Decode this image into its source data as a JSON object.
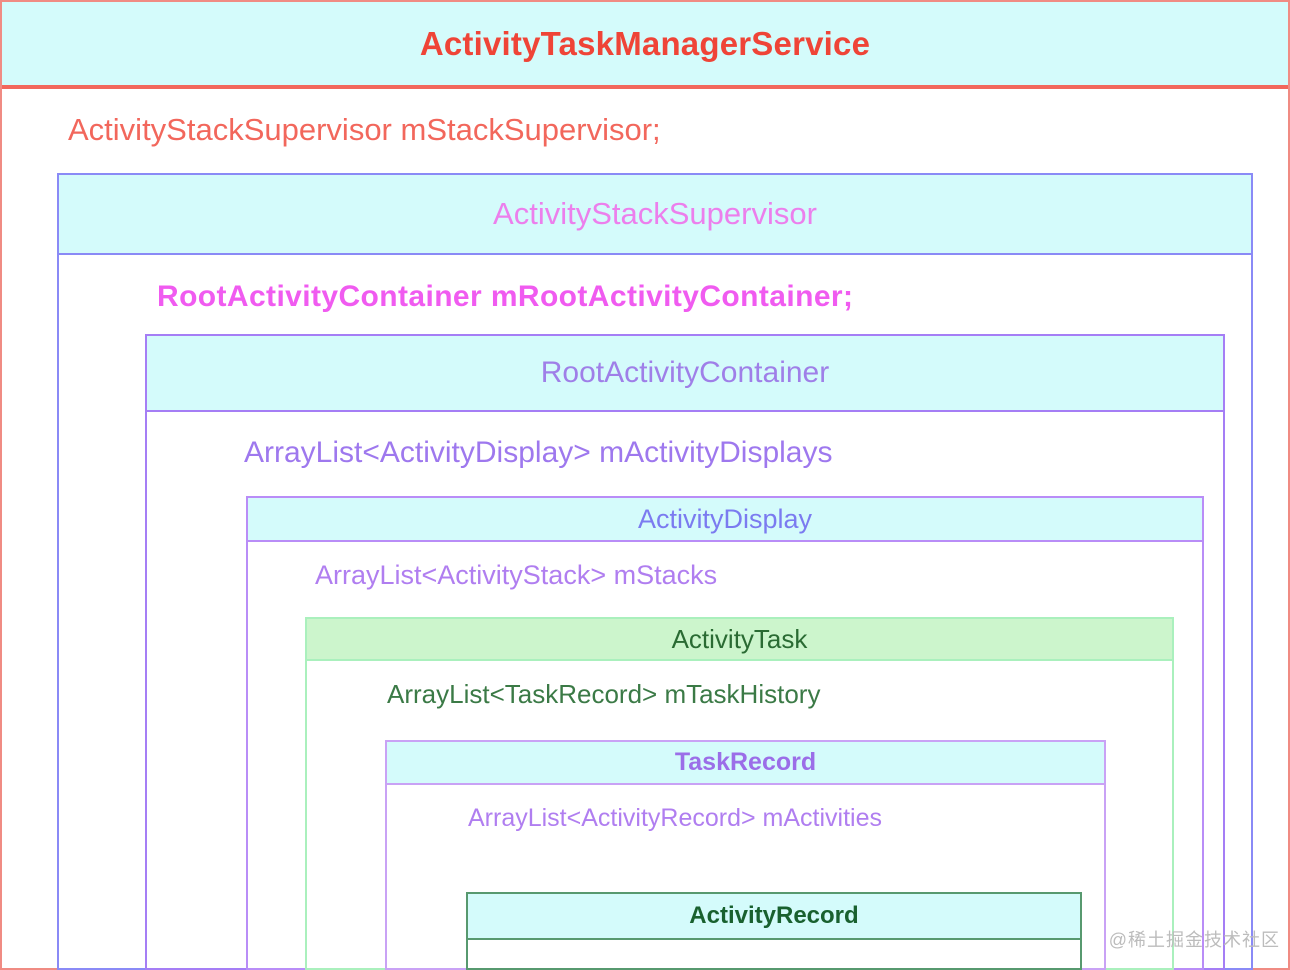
{
  "diagram": {
    "watermark": "@稀土掘金技术社区",
    "levels": [
      {
        "id": "activity-task-manager-service",
        "class_name": "ActivityTaskManagerService",
        "field": "ActivityStackSupervisor mStackSupervisor;",
        "header_bg": "#d4fbfb",
        "border_color": "#f08b83",
        "title_color": "#ef4437",
        "field_color": "#f2675c"
      },
      {
        "id": "activity-stack-supervisor",
        "class_name": "ActivityStackSupervisor",
        "field": "RootActivityContainer mRootActivityContainer;",
        "header_bg": "#d4fbfb",
        "border_color": "#8a8af6",
        "title_color": "#ec7fec",
        "field_color": "#f05bf0"
      },
      {
        "id": "root-activity-container",
        "class_name": "RootActivityContainer",
        "field": "ArrayList<ActivityDisplay> mActivityDisplays",
        "header_bg": "#d4fbfb",
        "border_color": "#a57ef5",
        "title_color": "#9f7fe8",
        "field_color": "#9e78ee"
      },
      {
        "id": "activity-display",
        "class_name": "ActivityDisplay",
        "field": "ArrayList<ActivityStack> mStacks",
        "header_bg": "#d4fbfb",
        "border_color": "#b98df7",
        "title_color": "#7b7bf0",
        "field_color": "#b07ef0"
      },
      {
        "id": "activity-task",
        "class_name": "ActivityTask",
        "field": "ArrayList<TaskRecord> mTaskHistory",
        "header_bg": "#ccf5cc",
        "border_color": "#aaf0bd",
        "title_color": "#2a6b33",
        "field_color": "#3b7a46"
      },
      {
        "id": "task-record",
        "class_name": "TaskRecord",
        "field": "ArrayList<ActivityRecord> mActivities",
        "header_bg": "#d4fbfb",
        "border_color": "#c9a2f5",
        "title_color": "#9b6ee8",
        "field_color": "#b07ef0"
      },
      {
        "id": "activity-record",
        "class_name": "ActivityRecord",
        "field": "",
        "header_bg": "#d4fbfb",
        "border_color": "#57996f",
        "title_color": "#19612f",
        "field_color": "#19612f"
      }
    ]
  }
}
